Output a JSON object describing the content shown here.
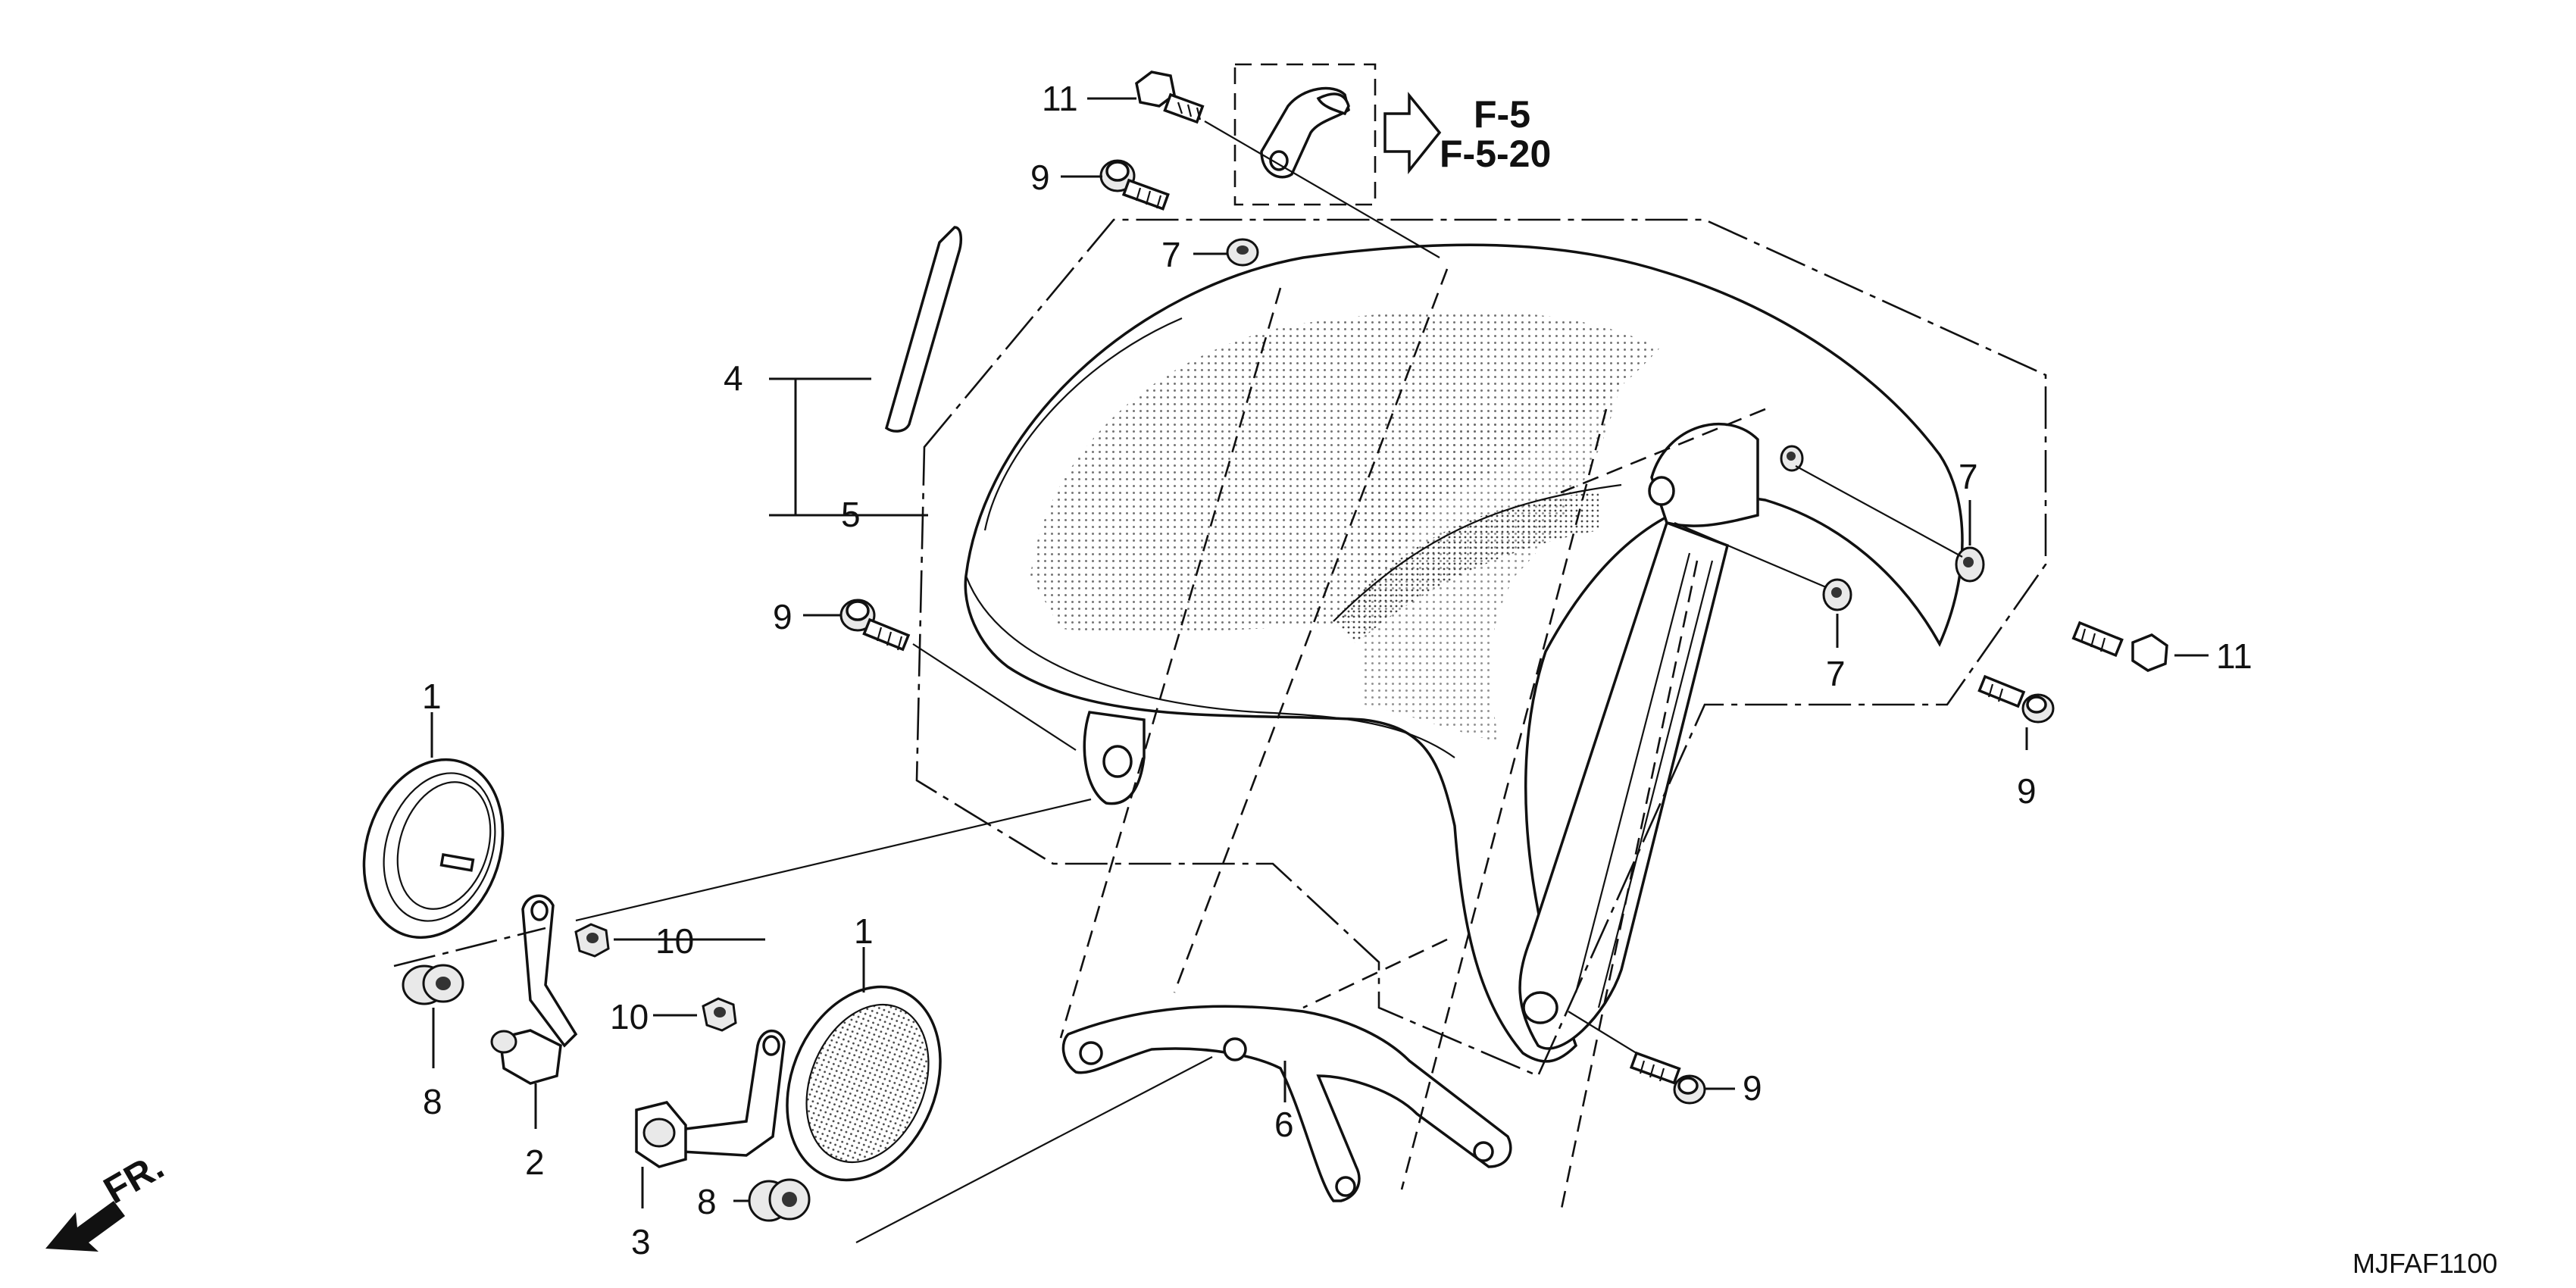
{
  "diagram": {
    "code": "MJFAF1100",
    "direction_label": "FR.",
    "refs": [
      "F-5",
      "F-5-20"
    ],
    "callouts": {
      "c1a": "1",
      "c1b": "1",
      "c2": "2",
      "c3": "3",
      "c4": "4",
      "c5": "5",
      "c6": "6",
      "c7a": "7",
      "c7b": "7",
      "c7c": "7",
      "c8a": "8",
      "c8b": "8",
      "c9a": "9",
      "c9b": "9",
      "c9c": "9",
      "c9d": "9",
      "c10a": "10",
      "c10b": "10",
      "c11a": "11",
      "c11b": "11"
    }
  }
}
